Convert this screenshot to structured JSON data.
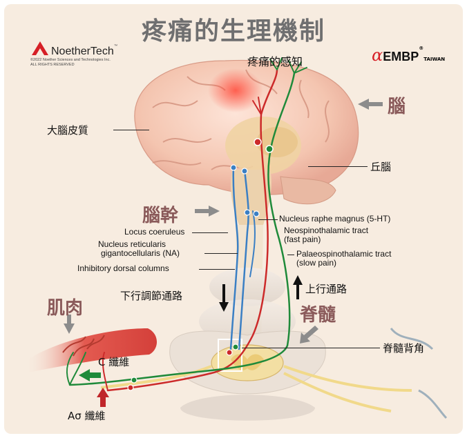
{
  "title": "疼痛的生理機制",
  "logo_left": {
    "name": "NoetherTech",
    "tm": "™",
    "copyright": "©2022 Noether Sciences and Technologies Inc.",
    "rights": "ALL RIGHTS RESERVED"
  },
  "logo_right": {
    "alpha": "α",
    "name": "EMBP",
    "tm": "®",
    "region": "TAIWAN"
  },
  "labels": {
    "pain_perception": "疼痛的感知",
    "brain": "腦",
    "cerebral_cortex": "大腦皮質",
    "thalamus": "丘腦",
    "brainstem": "腦幹",
    "nucleus_raphe": "Nucleus raphe magnus (5-HT)",
    "locus_coeruleus": "Locus coeruleus",
    "nucleus_reticularis_1": "Nucleus reticularis",
    "nucleus_reticularis_2": "gigantocellularis (NA)",
    "neospinothalamic_1": "Neospinothalamic tract",
    "neospinothalamic_2": "(fast pain)",
    "palaeospinothalamic_1": "Palaeospinothalamic tract",
    "palaeospinothalamic_2": "(slow pain)",
    "inhibitory": "Inhibitory dorsal columns",
    "descending": "下行調節通路",
    "ascending": "上行通路",
    "spinal_cord": "脊髓",
    "dorsal_horn": "脊髓背角",
    "muscle": "肌肉",
    "c_fiber": "C 纖維",
    "a_delta_fiber": "Aσ 纖維"
  },
  "colors": {
    "title": "#6f6f70",
    "big_label": "#8a5a5a",
    "ascending_fast": "#cc2a2a",
    "ascending_slow": "#1f8a3a",
    "descending": "#3a7fc4",
    "muscle": "#d8453f",
    "arrow_gray": "#8c8c8c"
  },
  "icons": {
    "arrow_to_brain": "arrow-left-icon",
    "arrow_to_brainstem": "arrow-right-icon",
    "arrow_to_spinal": "arrow-down-left-icon",
    "arrow_to_muscle": "arrow-down-icon",
    "arrow_descending": "arrow-down-icon",
    "arrow_ascending": "arrow-up-icon",
    "arrow_c_fiber": "arrow-left-icon",
    "arrow_a_delta": "arrow-up-icon"
  }
}
